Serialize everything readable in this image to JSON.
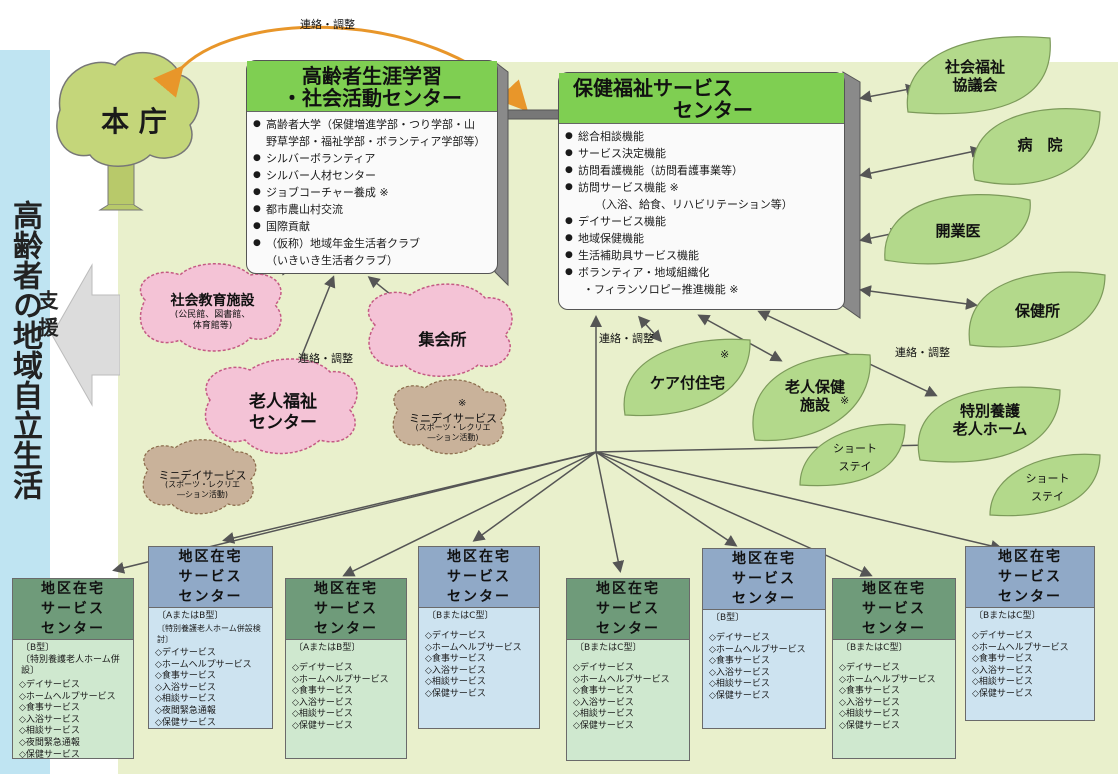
{
  "strip_text": "高齢者の地域自立生活",
  "support_label": "支 援",
  "honcho": "本 庁",
  "conn_top": "連絡・調整",
  "conn_mid_left": "連絡・調整",
  "conn_mid_center": "連絡・調整",
  "conn_mid_right": "連絡・調整",
  "learning_center": {
    "title_line1": "高齢者生涯学習",
    "title_line2": "・社会活動センター",
    "items": [
      "高齢者大学（保健増進学部・つり学部・山",
      "野草学部・福祉学部・ボランティア学部等）",
      "シルバーボランティア",
      "シルバー人材センター",
      "ジョブコーチャー養成 ※",
      "都市農山村交流",
      "国際貢献",
      "（仮称）地域年金生活者クラブ",
      "（いきいき生活者クラブ）"
    ]
  },
  "health_center": {
    "title_line1": "保健福祉サービス",
    "title_line2": "センター",
    "items": [
      "総合相談機能",
      "サービス決定機能",
      "訪問看護機能（訪問看護事業等）",
      "訪問サービス機能 ※",
      "（入浴、給食、リハビリテーション等）",
      "デイサービス機能",
      "地域保健機能",
      "生活補助具サービス機能",
      "ボランティア・地域組織化",
      "・フィランソロピー推進機能 ※"
    ]
  },
  "right_leaves": {
    "shakai_fukushi": "社会福祉\n協議会",
    "byoin": "病　院",
    "kaigyoi": "開業医",
    "hokenjo": "保健所",
    "care_jutaku": "ケア付住宅",
    "rojin_hoken": "老人保健\n施設",
    "tokuyo": "特別養護\n老人ホーム",
    "short_stay_1": "ショート\nステイ",
    "short_stay_2": "ショート\nステイ",
    "star": "※"
  },
  "clouds": {
    "shakai_kyoiku": "社会教育施設",
    "shakai_kyoiku_sub": "(公民館、図書館、\n体育館等)",
    "shukaisho": "集会所",
    "rojin_fukushi": "老人福祉\nセンター",
    "minidei_1": "ミニデイサービス",
    "minidei_1_sub": "(スポーツ・レクリエ\n―ション活動)",
    "minidei_2": "ミニデイサービス",
    "minidei_2_sub": "(スポーツ・レクリエ\n―ション活動)",
    "star": "※"
  },
  "district_boxes": [
    {
      "title": "地区在宅\nサービス\nセンター",
      "type": "〔B型〕",
      "subtype": "〔特別養護老人ホーム併設〕",
      "items": [
        "デイサービス",
        "ホームヘルプサービス",
        "食事サービス",
        "入浴サービス",
        "相談サービス",
        "夜間緊急通報",
        "保健サービス"
      ]
    },
    {
      "title": "地区在宅\nサービス\nセンター",
      "type": "〔AまたはB型〕",
      "subtype": "〔特別養護老人ホーム併設検討〕",
      "items": [
        "デイサービス",
        "ホームヘルプサービス",
        "食事サービス",
        "入浴サービス",
        "相談サービス",
        "夜間緊急通報",
        "保健サービス"
      ]
    },
    {
      "title": "地区在宅\nサービス\nセンター",
      "type": "〔AまたはB型〕",
      "subtype": "",
      "items": [
        "デイサービス",
        "ホームヘルプサービス",
        "食事サービス",
        "入浴サービス",
        "相談サービス",
        "保健サービス"
      ]
    },
    {
      "title": "地区在宅\nサービス\nセンター",
      "type": "〔BまたはC型〕",
      "subtype": "",
      "items": [
        "デイサービス",
        "ホームヘルプサービス",
        "食事サービス",
        "入浴サービス",
        "相談サービス",
        "保健サービス"
      ]
    },
    {
      "title": "地区在宅\nサービス\nセンター",
      "type": "〔BまたはC型〕",
      "subtype": "",
      "items": [
        "デイサービス",
        "ホームヘルプサービス",
        "食事サービス",
        "入浴サービス",
        "相談サービス",
        "保健サービス"
      ]
    },
    {
      "title": "地区在宅\nサービス\nセンター",
      "type": "〔B型〕",
      "subtype": "",
      "items": [
        "デイサービス",
        "ホームヘルプサービス",
        "食事サービス",
        "入浴サービス",
        "相談サービス",
        "保健サービス"
      ]
    },
    {
      "title": "地区在宅\nサービス\nセンター",
      "type": "〔BまたはC型〕",
      "subtype": "",
      "items": [
        "デイサービス",
        "ホームヘルプサービス",
        "食事サービス",
        "入浴サービス",
        "相談サービス",
        "保健サービス"
      ]
    },
    {
      "title": "地区在宅\nサービス\nセンター",
      "type": "〔BまたはC型〕",
      "subtype": "",
      "items": [
        "デイサービス",
        "ホームヘルプサービス",
        "食事サービス",
        "入浴サービス",
        "相談サービス",
        "保健サービス"
      ]
    }
  ],
  "colors": {
    "background_green": "#e9f0cc",
    "strip_blue": "#bfe4f2",
    "title_green": "#7fcf52",
    "leaf_green": "#b3d98b",
    "tree_green": "#c4d67a",
    "cloud_pink": "#f4c3d6",
    "cloud_brown": "#c9b29a",
    "box_green": "#6f9b7a",
    "box_blue": "#90a9c7",
    "box_body_green": "#cfe8cf",
    "box_body_blue": "#cde3f0"
  }
}
